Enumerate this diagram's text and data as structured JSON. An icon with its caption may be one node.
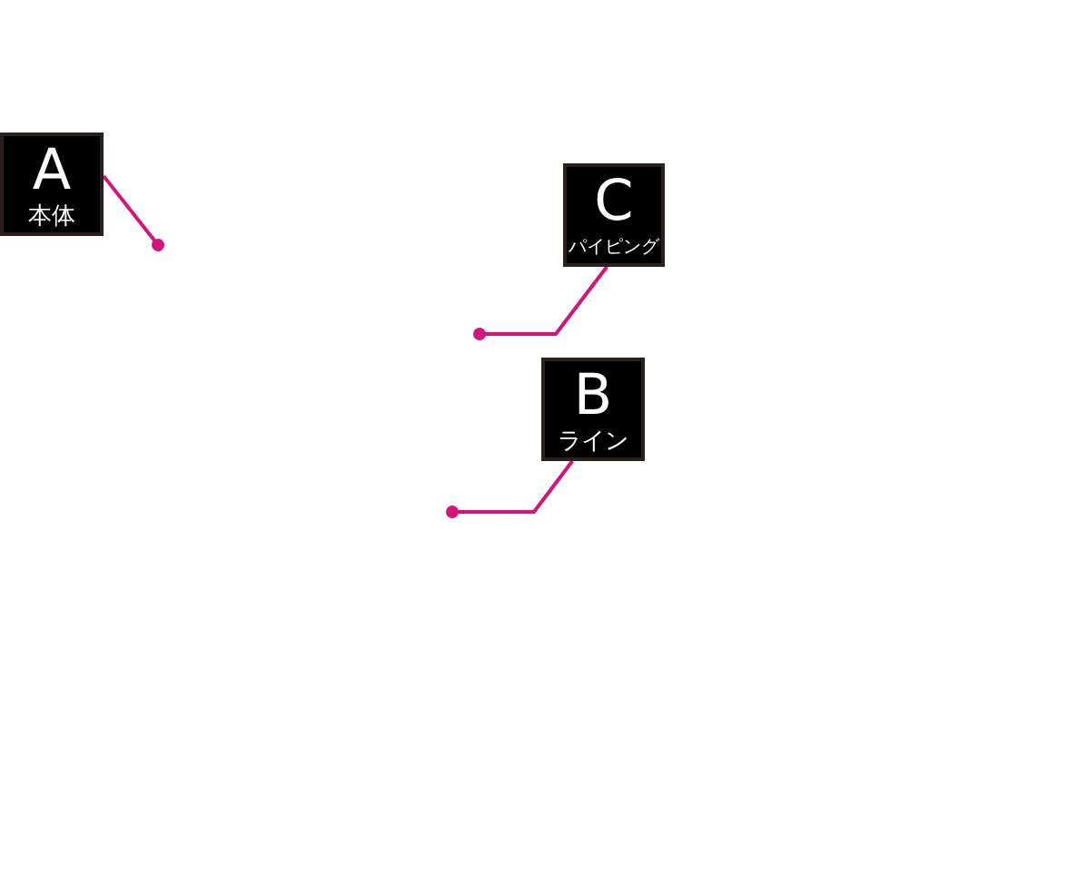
{
  "diagram": {
    "nodes": [
      {
        "text": [
          "A",
          "本体"
        ]
      },
      {
        "text": [
          "C",
          "パイピング"
        ]
      },
      {
        "text": [
          "B",
          "ライン"
        ]
      }
    ],
    "edges": [
      {
        "from": 0,
        "to": null,
        "arrow": "other"
      },
      {
        "from": 1,
        "to": null,
        "arrow": "other"
      },
      {
        "from": 2,
        "to": null,
        "arrow": "other"
      }
    ]
  }
}
